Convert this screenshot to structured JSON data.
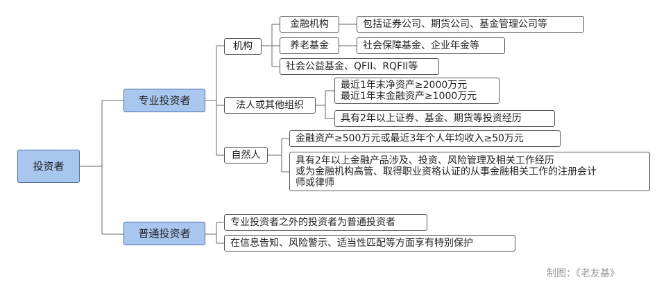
{
  "root": "投资者",
  "professional": {
    "label": "专业投资者",
    "institution": {
      "label": "机构",
      "financial": {
        "label": "金融机构",
        "detail": "包括证券公司、期货公司、基金管理公司等"
      },
      "pension": {
        "label": "养老基金",
        "detail": "社会保障基金、企业年金等"
      },
      "other": "社会公益基金、QFII、RQFII等"
    },
    "legal_entity": {
      "label": "法人或其他组织",
      "assets_line1": "最近1年末净资产≥2000万元",
      "assets_line2": "最近1年末金融资产≥1000万元",
      "experience": "具有2年以上证券、基金、期货等投资经历"
    },
    "natural_person": {
      "label": "自然人",
      "income": "金融资产≥500万元或最近3年个人年均收入≥50万元",
      "exp_line1": "具有2年以上金融产品涉及、投资、风险管理及相关工作经历",
      "exp_line2": "或为金融机构高管、取得职业资格认证的从事金融相关工作的注册会计",
      "exp_line3": "师或律师"
    }
  },
  "ordinary": {
    "label": "普通投资者",
    "definition": "专业投资者之外的投资者为普通投资者",
    "protection": "在信息告知、风险警示、适当性匹配等方面享有特别保护"
  },
  "credit": "制图：《老友基》"
}
